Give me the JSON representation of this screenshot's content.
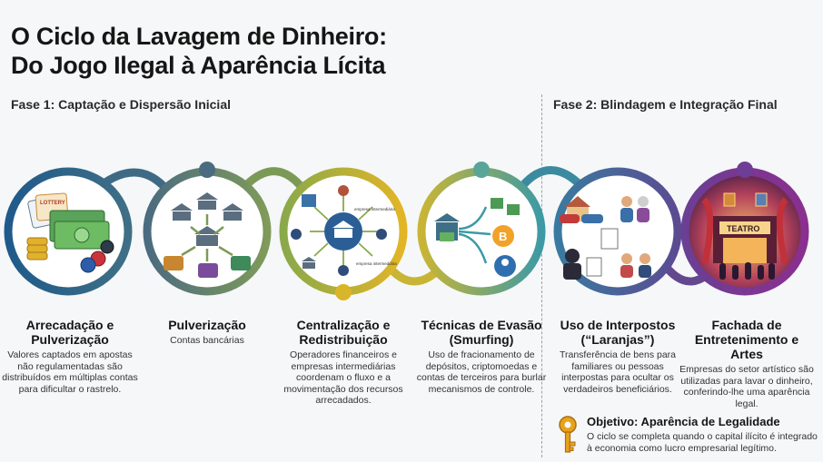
{
  "title": {
    "line1": "O Ciclo da Lavagem de Dinheiro:",
    "line2": "Do Jogo Ilegal à Aparência Lícita"
  },
  "phases": {
    "phase1": "Fase 1: Captação e Dispersão Inicial",
    "phase2": "Fase 2: Blindagem e Integração Final"
  },
  "steps": [
    {
      "title": "Arrecadação e Pulverização",
      "desc": "Valores captados em apostas não regulamentadas são distribuídos em múltiplas contas para dificultar o rastrelo.",
      "color": "#1f5a8a"
    },
    {
      "title": "Pulverização",
      "desc": "Contas bancárias",
      "color": "#4b6b80"
    },
    {
      "title": "Centralização e Redistribuição",
      "desc": "Operadores financeiros e empresas intermediárias coordenam o fluxo e a movimentação dos recursos arrecadados.",
      "color": "#d9b52a"
    },
    {
      "title": "Técnicas de Evasão (Smurfing)",
      "desc": "Uso de fracionamento de depósitos, criptomoedas e contas de terceiros para burlar mecanismos de controle.",
      "color": "#4aa59a"
    },
    {
      "title": "Uso de Interpostos (“Laranjas”)",
      "desc": "Transferência de bens para familiares ou pessoas interpostas para ocultar os verdadeiros beneficiários.",
      "color": "#3d6f98"
    },
    {
      "title": "Fachada de Entretenimento e Artes",
      "desc": "Empresas do setor artístico são utilizadas para lavar o dinheiro, conferindo-lhe uma aparência legal.",
      "color": "#6e3d96"
    }
  ],
  "labels": {
    "lottery": "LOTTERY",
    "empresa": "empresa intermediária",
    "teatro": "TEATRO"
  },
  "objective": {
    "title": "Objetivo: Aparência de Legalidade",
    "desc": "O ciclo se completa quando o capital ilícito é integrado à economia como lucro empresarial legítimo."
  },
  "colors": {
    "blue": "#1f5a8a",
    "slate": "#4b6b80",
    "gold": "#d9b52a",
    "teal": "#4aa59a",
    "purple": "#6e3d96",
    "key": "#e9a21b"
  }
}
